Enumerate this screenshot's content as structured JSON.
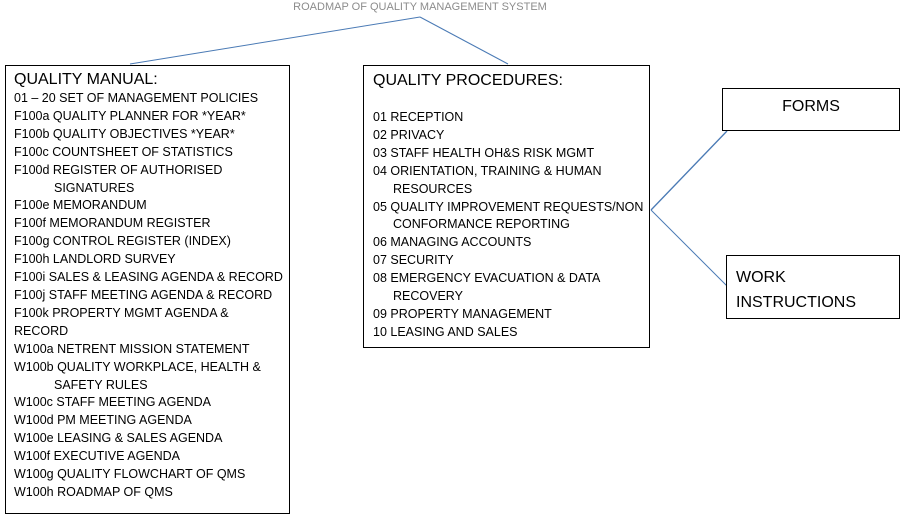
{
  "title": "ROADMAP OF QUALITY MANAGEMENT SYSTEM",
  "manual": {
    "heading": "QUALITY MANUAL:",
    "lines": [
      "01 – 20   SET OF MANAGEMENT POLICIES",
      "F100a QUALITY PLANNER FOR *YEAR*",
      "F100b QUALITY OBJECTIVES *YEAR*",
      "F100c COUNTSHEET OF STATISTICS",
      "F100d REGISTER OF AUTHORISED",
      "SIGNATURES",
      "F100e MEMORANDUM",
      "F100f MEMORANDUM REGISTER",
      "F100g CONTROL REGISTER (INDEX)",
      "F100h LANDLORD SURVEY",
      "F100i  SALES & LEASING AGENDA & RECORD",
      "F100j STAFF MEETING AGENDA & RECORD",
      "F100k PROPERTY MGMT AGENDA &",
      "RECORD",
      "W100a NETRENT MISSION STATEMENT",
      "W100b QUALITY WORKPLACE, HEALTH &",
      "SAFETY RULES",
      "W100c STAFF MEETING AGENDA",
      "W100d PM MEETING AGENDA",
      "W100e LEASING & SALES AGENDA",
      "W100f EXECUTIVE AGENDA",
      "W100g QUALITY FLOWCHART OF QMS",
      "W100h ROADMAP OF QMS"
    ]
  },
  "procedures": {
    "heading": "QUALITY PROCEDURES:",
    "lines": [
      "01 RECEPTION",
      "02 PRIVACY",
      "03 STAFF HEALTH OH&S RISK MGMT",
      "04 ORIENTATION, TRAINING & HUMAN",
      "RESOURCES",
      "05 QUALITY IMPROVEMENT REQUESTS/NON",
      "CONFORMANCE REPORTING",
      "06 MANAGING ACCOUNTS",
      "07 SECURITY",
      "08 EMERGENCY EVACUATION & DATA",
      "RECOVERY",
      "09 PROPERTY MANAGEMENT",
      "10 LEASING AND SALES"
    ]
  },
  "forms": "FORMS",
  "work": [
    "WORK",
    "INSTRUCTIONS"
  ],
  "colors": {
    "connector": "#4a7ab5",
    "title": "#8c8c8c"
  }
}
